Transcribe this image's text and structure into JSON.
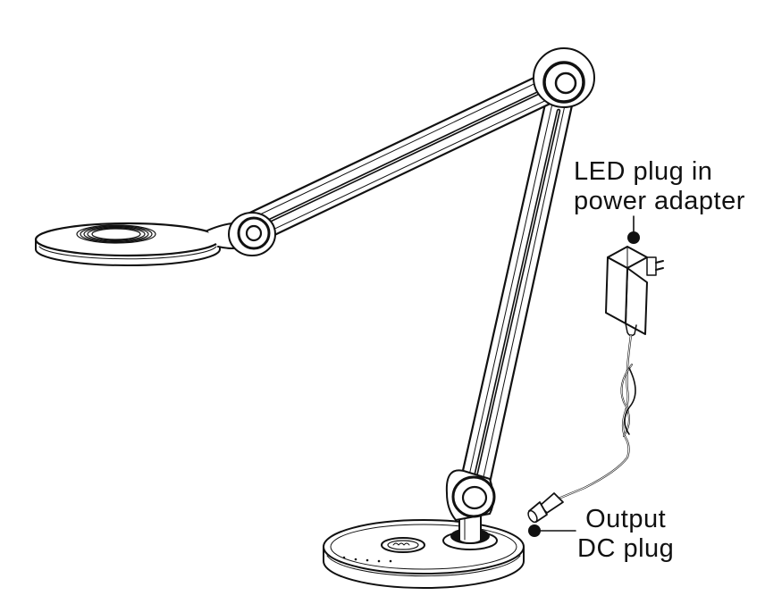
{
  "labels": {
    "adapter": {
      "line1": "LED plug in",
      "line2": "power adapter"
    },
    "dc_plug": {
      "line1": "Output",
      "line2": "DC plug"
    }
  },
  "colors": {
    "stroke": "#111111",
    "background": "#ffffff"
  }
}
